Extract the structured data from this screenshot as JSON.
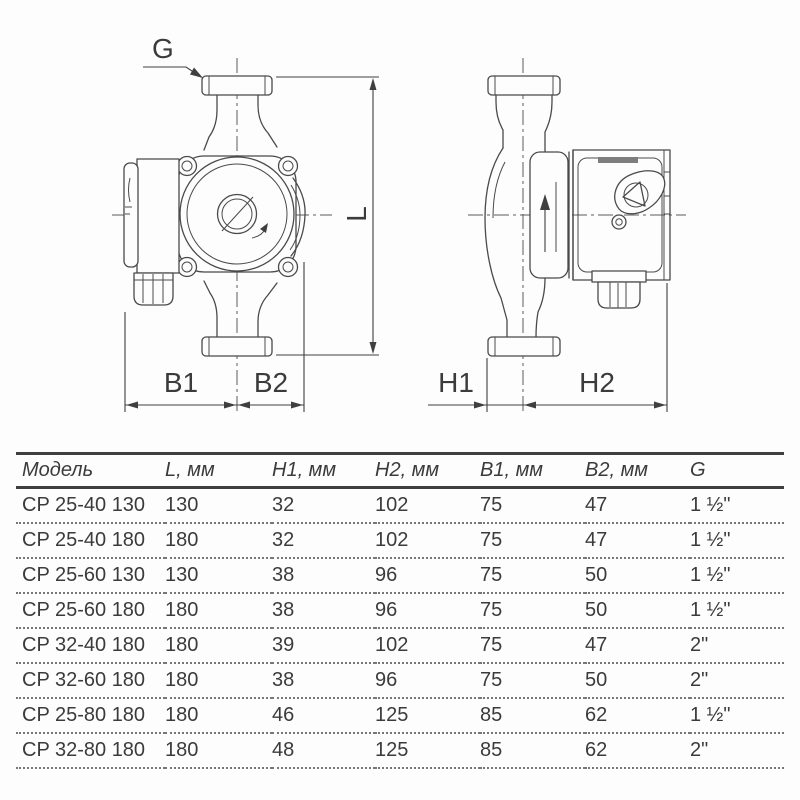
{
  "drawing": {
    "labels": {
      "g": "G",
      "l": "L",
      "b1": "B1",
      "b2": "B2",
      "h1": "H1",
      "h2": "H2"
    }
  },
  "table": {
    "columns": [
      "Модель",
      "L, мм",
      "H1, мм",
      "H2, мм",
      "B1, мм",
      "B2, мм",
      "G"
    ],
    "rows": [
      [
        "CP 25-40 130",
        "130",
        "32",
        "102",
        "75",
        "47",
        "1 ½\""
      ],
      [
        "CP 25-40 180",
        "180",
        "32",
        "102",
        "75",
        "47",
        "1 ½\""
      ],
      [
        "CP 25-60 130",
        "130",
        "38",
        "96",
        "75",
        "50",
        "1 ½\""
      ],
      [
        "CP 25-60 180",
        "180",
        "38",
        "96",
        "75",
        "50",
        "1 ½\""
      ],
      [
        "CP 32-40 180",
        "180",
        "39",
        "102",
        "75",
        "47",
        "2\""
      ],
      [
        "CP 32-60 180",
        "180",
        "38",
        "96",
        "75",
        "50",
        "2\""
      ],
      [
        "CP 25-80 180",
        "180",
        "46",
        "125",
        "85",
        "62",
        "1 ½\""
      ],
      [
        "CP 32-80 180",
        "180",
        "48",
        "125",
        "85",
        "62",
        "2\""
      ]
    ]
  }
}
